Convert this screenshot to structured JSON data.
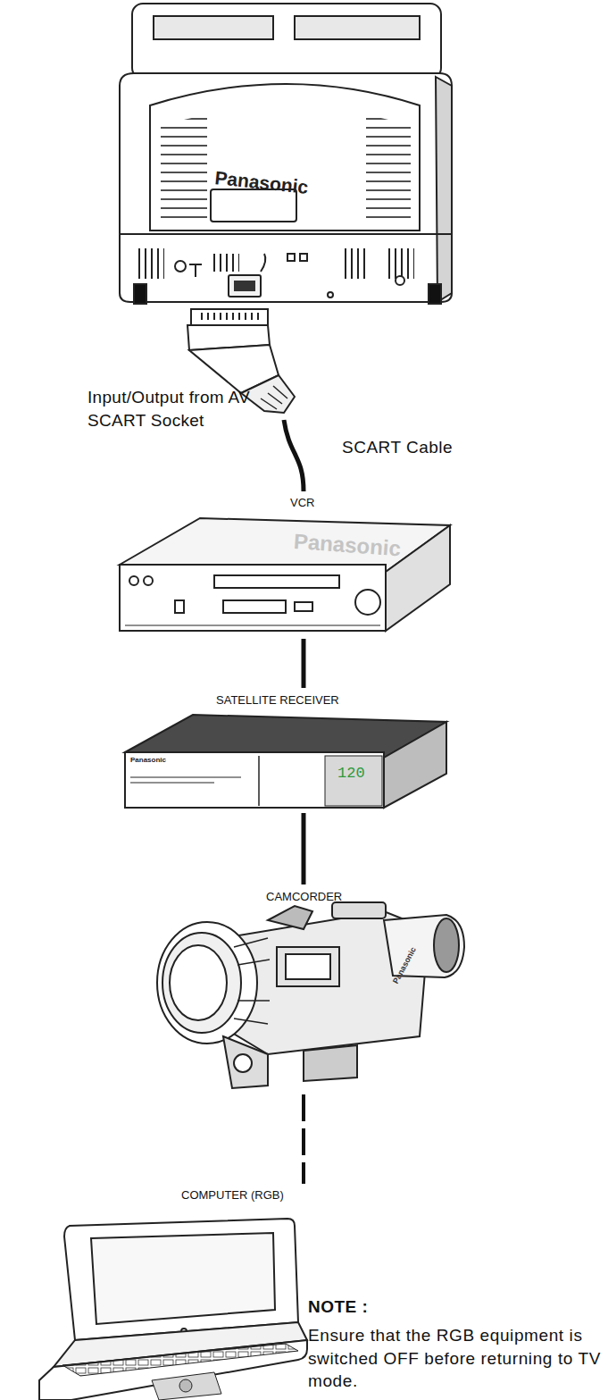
{
  "diagram": {
    "nodes": [
      {
        "text": [
          "Panasonic"
        ]
      },
      {
        "text": [
          "VCR",
          "Panasonic"
        ]
      },
      {
        "text": [
          "SATELLITE RECEIVER",
          "Panasonic",
          "120"
        ]
      },
      {
        "text": [
          "CAMCORDER",
          "Panasonic"
        ]
      },
      {
        "text": [
          "COMPUTER (RGB)"
        ]
      }
    ],
    "edges": [
      {
        "from": 0,
        "to": 1,
        "label": "SCART Cable",
        "arrow": "none"
      },
      {
        "from": 1,
        "to": 2,
        "arrow": "none"
      },
      {
        "from": 2,
        "to": 3,
        "arrow": "none"
      },
      {
        "from": 3,
        "to": 4,
        "arrow": "none"
      }
    ],
    "labels": [
      "Input/Output from AV SCART Socket",
      "NOTE :",
      "Ensure that the RGB equipment is switched OFF before returning to TV mode."
    ]
  }
}
